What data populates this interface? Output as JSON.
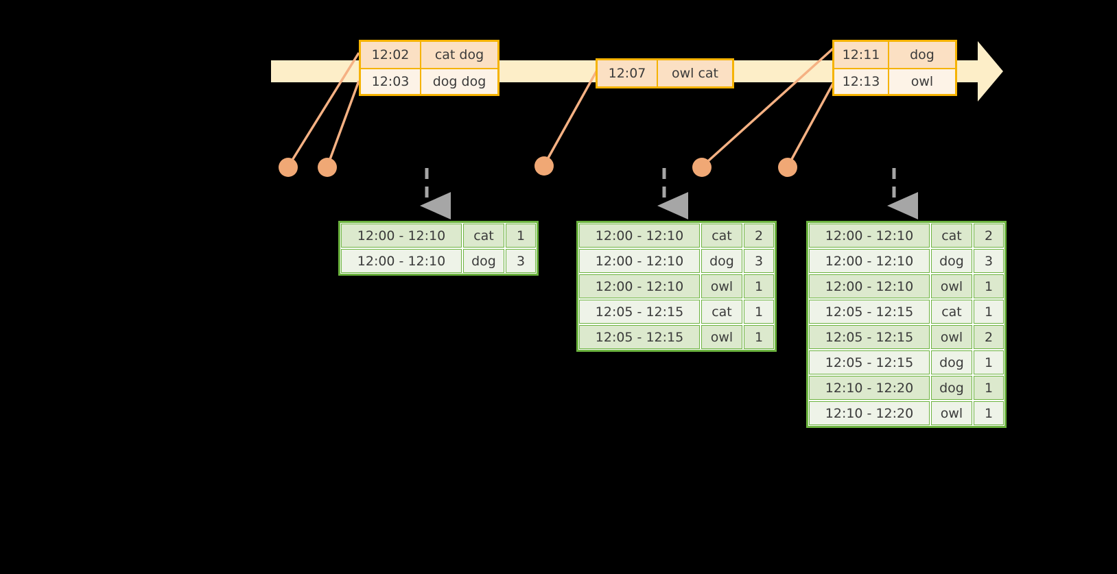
{
  "timeline": {
    "name": "event-stream-timeline",
    "arrow_color": "#fdeec8",
    "direction": "right"
  },
  "events": [
    {
      "id": "event-group-1",
      "rows": [
        {
          "time": "12:02",
          "value": "cat dog"
        },
        {
          "time": "12:03",
          "value": "dog dog"
        }
      ]
    },
    {
      "id": "event-group-2",
      "rows": [
        {
          "time": "12:07",
          "value": "owl cat"
        }
      ]
    },
    {
      "id": "event-group-3",
      "rows": [
        {
          "time": "12:11",
          "value": "dog"
        },
        {
          "time": "12:13",
          "value": "owl"
        }
      ]
    }
  ],
  "results": [
    {
      "id": "result-table-1",
      "rows": [
        {
          "window": "12:00 - 12:10",
          "key": "cat",
          "count": "1"
        },
        {
          "window": "12:00 - 12:10",
          "key": "dog",
          "count": "3"
        }
      ]
    },
    {
      "id": "result-table-2",
      "rows": [
        {
          "window": "12:00 - 12:10",
          "key": "cat",
          "count": "2"
        },
        {
          "window": "12:00 - 12:10",
          "key": "dog",
          "count": "3"
        },
        {
          "window": "12:00 - 12:10",
          "key": "owl",
          "count": "1"
        },
        {
          "window": "12:05 - 12:15",
          "key": "cat",
          "count": "1"
        },
        {
          "window": "12:05 - 12:15",
          "key": "owl",
          "count": "1"
        }
      ]
    },
    {
      "id": "result-table-3",
      "rows": [
        {
          "window": "12:00 - 12:10",
          "key": "cat",
          "count": "2"
        },
        {
          "window": "12:00 - 12:10",
          "key": "dog",
          "count": "3"
        },
        {
          "window": "12:00 - 12:10",
          "key": "owl",
          "count": "1"
        },
        {
          "window": "12:05 - 12:15",
          "key": "cat",
          "count": "1"
        },
        {
          "window": "12:05 - 12:15",
          "key": "owl",
          "count": "2"
        },
        {
          "window": "12:05 - 12:15",
          "key": "dog",
          "count": "1"
        },
        {
          "window": "12:10 - 12:20",
          "key": "dog",
          "count": "1"
        },
        {
          "window": "12:10 - 12:20",
          "key": "owl",
          "count": "1"
        }
      ]
    }
  ],
  "markers": {
    "dot_color": "#f0a875",
    "connector_color": "#f5b183",
    "count": 5
  },
  "flow_arrows": {
    "color": "#a6a6a6",
    "style": "dashed",
    "count": 3
  },
  "colors": {
    "background": "#000000",
    "timeline": "#fdeec8",
    "event_border": "#f5b301",
    "event_fill_dark": "#fbe0c3",
    "event_fill_light": "#fdf3e7",
    "result_border": "#6cb33f",
    "result_fill_dark": "#dce9cd",
    "result_fill_light": "#eef3e8",
    "text": "#3a3a3a"
  }
}
